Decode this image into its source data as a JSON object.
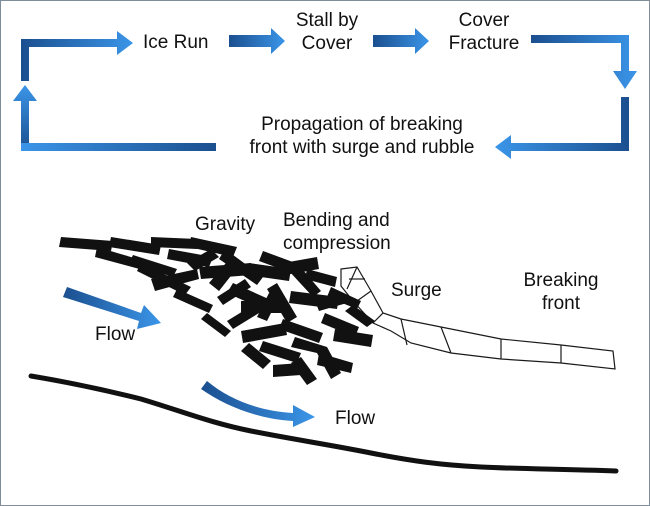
{
  "cycle": {
    "ice_run": "Ice Run",
    "stall_line1": "Stall by",
    "stall_line2": "Cover",
    "fracture_line1": "Cover",
    "fracture_line2": "Fracture",
    "propagation_line1": "Propagation of breaking",
    "propagation_line2": "front with surge and rubble"
  },
  "labels": {
    "gravity": "Gravity",
    "bending_line1": "Bending and",
    "bending_line2": "compression",
    "surge": "Surge",
    "breaking_line1": "Breaking",
    "breaking_line2": "front",
    "flow_upper": "Flow",
    "flow_lower": "Flow"
  },
  "colors": {
    "arrow_dark": "#1b4f8f",
    "arrow_light": "#3b95e8",
    "ice": "#111111",
    "outline": "#1a1a1a"
  }
}
